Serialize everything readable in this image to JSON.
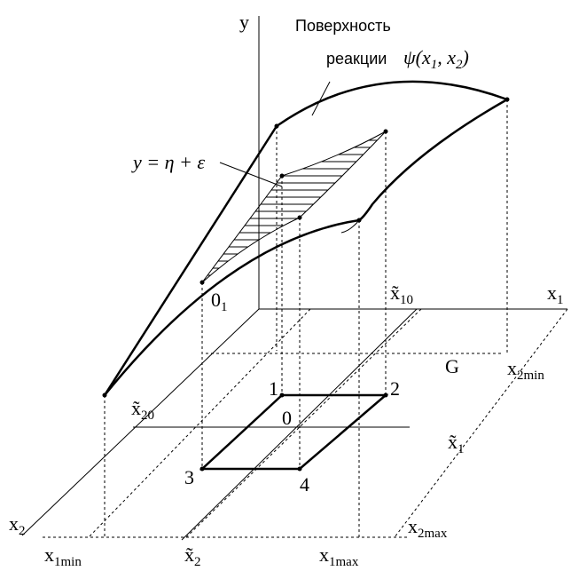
{
  "labels": {
    "y_axis": "y",
    "x1_axis": "x",
    "x1_axis_sub": "1",
    "x2_axis": "x",
    "x2_axis_sub": "2",
    "origin_o1": "0",
    "origin_o1_sub": "1",
    "origin_zero": "0",
    "surface_title_line1": "Поверхность",
    "surface_title_line2": "реакции",
    "psi_expr": "ψ(x",
    "psi_sub1": "1",
    "psi_mid": ", x",
    "psi_sub2": "2",
    "psi_end": ")",
    "response_eq": "y = η + ε",
    "region_g": "G",
    "x_tilde_10": "x̃",
    "x_tilde_10_sub": "10",
    "x_tilde_20": "x̃",
    "x_tilde_20_sub": "20",
    "x_tilde_1": "x̃",
    "x_tilde_1_sub": "1",
    "x_tilde_2": "x̃",
    "x_tilde_2_sub": "2",
    "x_2min": "x",
    "x_2min_sub": "2min",
    "x_2max": "x",
    "x_2max_sub": "2max",
    "x_1min": "x",
    "x_1min_sub": "1min",
    "x_1max": "x",
    "x_1max_sub": "1max",
    "corner_1": "1",
    "corner_2": "2",
    "corner_3": "3",
    "corner_4": "4"
  }
}
